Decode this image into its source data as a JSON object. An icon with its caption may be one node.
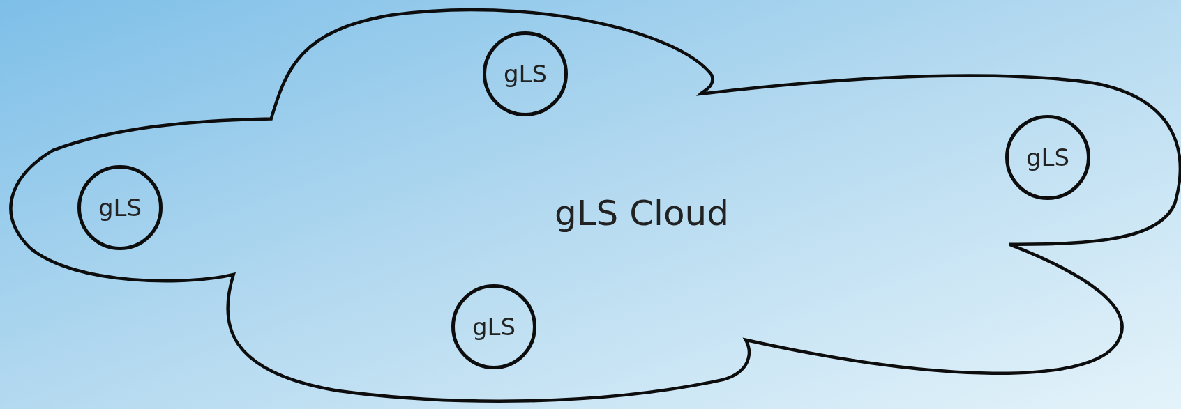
{
  "diagram": {
    "nodes": [
      {
        "text": [
          "gLS Cloud"
        ]
      },
      {
        "text": [
          "gLS"
        ],
        "in": 0
      },
      {
        "text": [
          "gLS"
        ],
        "in": 0
      },
      {
        "text": [
          "gLS"
        ],
        "in": 0
      },
      {
        "text": [
          "gLS"
        ],
        "in": 0
      }
    ]
  }
}
